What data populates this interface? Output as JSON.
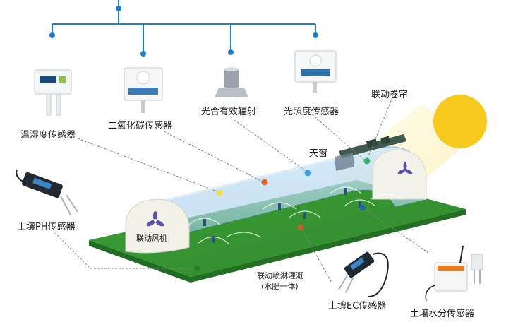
{
  "labels": {
    "temp_humidity_sensor": "温湿度传感器",
    "co2_sensor": "二氧化碳传感器",
    "par_sensor": "光合有效辐射",
    "light_sensor": "光照度传感器",
    "linked_shade": "联动卷帘",
    "skylight": "天窗",
    "soil_ph_sensor": "土壤PH传感器",
    "linked_fan": "联动风机",
    "linked_spray_line1": "联动喷淋灌溉",
    "linked_spray_line2": "(水肥一体)",
    "soil_ec_sensor": "土壤EC传感器",
    "soil_moisture_sensor": "土壤水分传感器"
  },
  "colors": {
    "network_line": "#1c7fd0",
    "sun": "#f7c91c",
    "field": "#3a9b32",
    "greenhouse_cover": "#a9d3ef",
    "dot_temp_humidity": "#f0e23c",
    "dot_co2": "#e8652a",
    "dot_par": "#3aa2e3",
    "dot_light": "#35b06a",
    "dot_soil_ph": "#2f7a2a",
    "dot_soil_ec": "#d9572a",
    "dot_soil_moisture": "#1f64b8"
  },
  "icons": {
    "temp_humidity_sensor": "wall-box-sensor-icon",
    "co2_sensor": "co2-sensor-box-icon",
    "par_sensor": "par-radiation-sensor-icon",
    "light_sensor": "light-intensity-sensor-icon",
    "soil_ph_sensor": "soil-probe-icon",
    "soil_ec_sensor": "soil-ec-probe-icon",
    "soil_moisture_sensor": "soil-moisture-transmitter-icon",
    "fan": "fan-icon",
    "sun": "sun-icon"
  }
}
